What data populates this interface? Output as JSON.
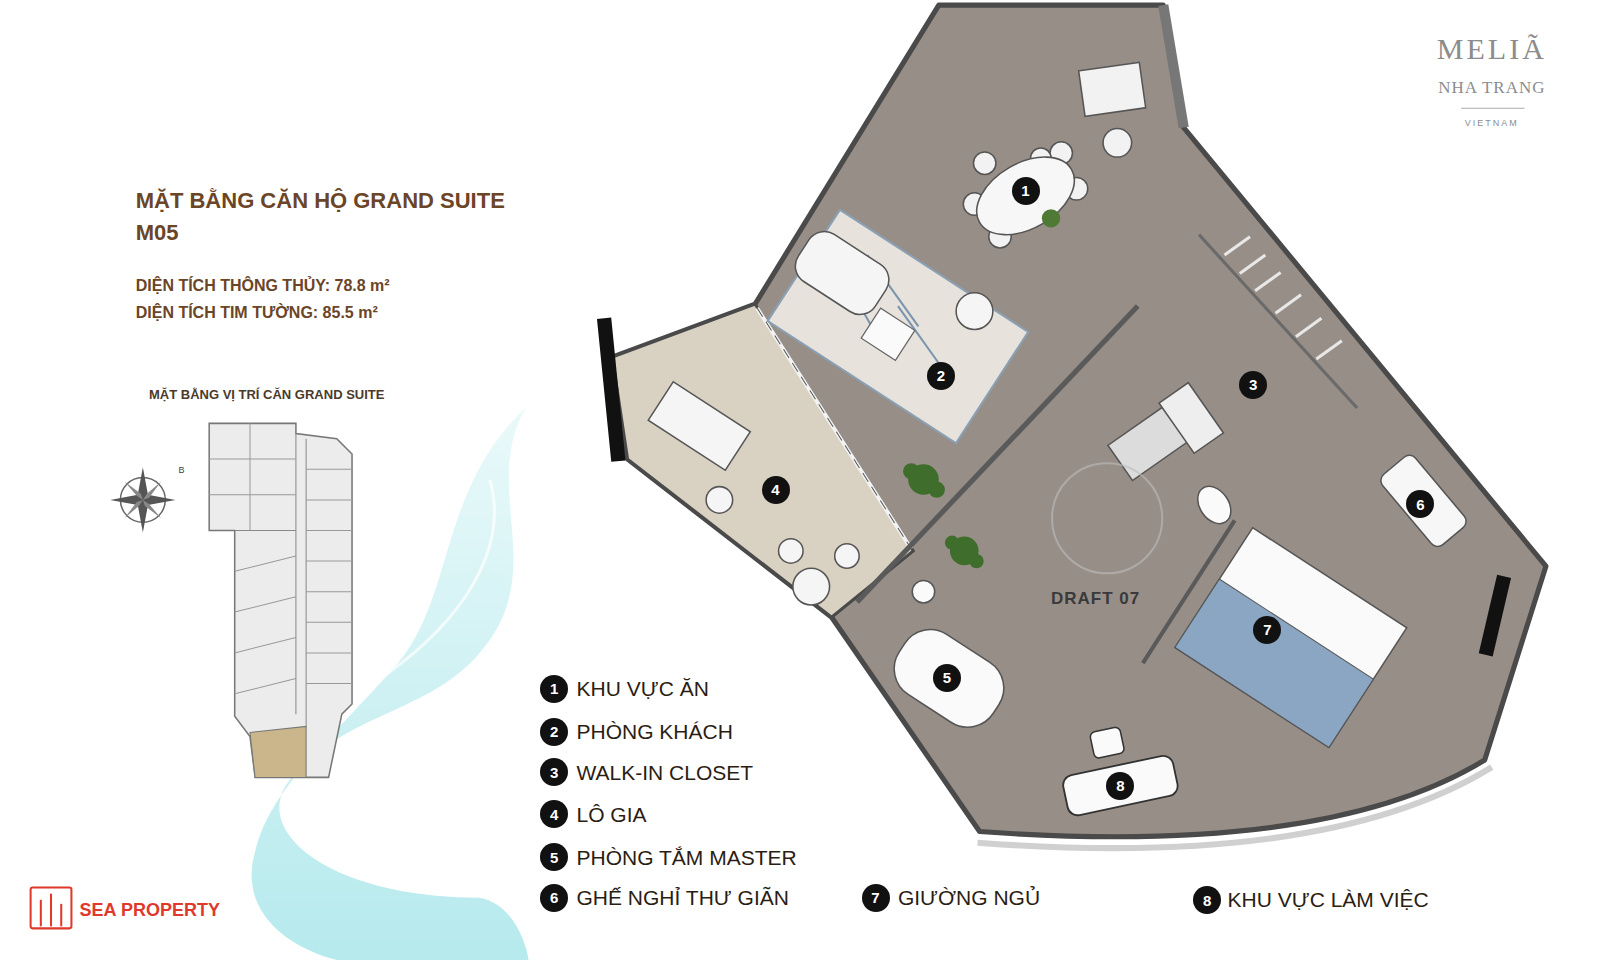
{
  "diagram": {
    "title": "MẶT BẰNG CĂN HỘ GRAND SUITE M05",
    "nodes": [
      {
        "text": [
          "1"
        ]
      },
      {
        "text": [
          "2"
        ]
      },
      {
        "text": [
          "3"
        ]
      },
      {
        "text": [
          "4"
        ]
      },
      {
        "text": [
          "5"
        ]
      },
      {
        "text": [
          "6"
        ]
      },
      {
        "text": [
          "7"
        ]
      },
      {
        "text": [
          "8"
        ]
      },
      {
        "text": [
          "1"
        ]
      },
      {
        "text": [
          "2"
        ]
      },
      {
        "text": [
          "3"
        ]
      },
      {
        "text": [
          "4"
        ]
      },
      {
        "text": [
          "5"
        ]
      },
      {
        "text": [
          "6"
        ]
      },
      {
        "text": [
          "7"
        ]
      },
      {
        "text": [
          "8"
        ]
      }
    ],
    "labels": [
      "DIỆN TÍCH THÔNG THỦY: 78.8 m²",
      "DIỆN TÍCH TIM TƯỜNG: 85.5 m²",
      "MẶT BẰNG VỊ TRÍ CĂN GRAND SUITE",
      "B",
      "MELIÃ",
      "NHA TRANG",
      "VIETNAM",
      "DRAFT 07",
      "SEA PROPERTY"
    ],
    "legend": [
      {
        "text": "KHU VỰC ĂN"
      },
      {
        "text": "PHÒNG KHÁCH"
      },
      {
        "text": "WALK-IN CLOSET"
      },
      {
        "text": "LÔ GIA"
      },
      {
        "text": "PHÒNG TẮM MASTER"
      },
      {
        "text": "GHẾ NGHỈ THƯ GIÃN"
      },
      {
        "text": "GIƯỜNG NGỦ"
      },
      {
        "text": "KHU VỰC LÀM VIỆC"
      }
    ]
  }
}
